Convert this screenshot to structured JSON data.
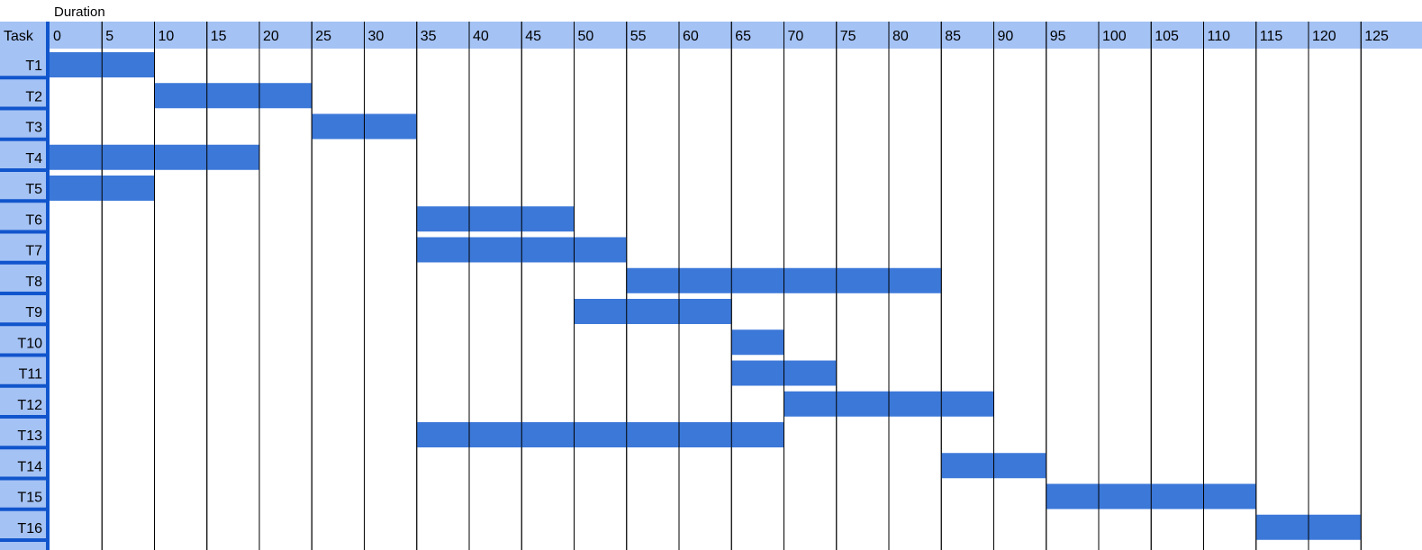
{
  "chart_data": {
    "type": "gantt",
    "title": "Duration",
    "task_header": "Task",
    "x_ticks": [
      0,
      5,
      10,
      15,
      20,
      25,
      30,
      35,
      40,
      45,
      50,
      55,
      60,
      65,
      70,
      75,
      80,
      85,
      90,
      95,
      100,
      105,
      110,
      115,
      120,
      125
    ],
    "xlim": [
      0,
      125
    ],
    "grid": true,
    "tasks": [
      {
        "name": "T1",
        "start": 0,
        "end": 10
      },
      {
        "name": "T2",
        "start": 10,
        "end": 25
      },
      {
        "name": "T3",
        "start": 25,
        "end": 35
      },
      {
        "name": "T4",
        "start": 0,
        "end": 20
      },
      {
        "name": "T5",
        "start": 0,
        "end": 10
      },
      {
        "name": "T6",
        "start": 35,
        "end": 50
      },
      {
        "name": "T7",
        "start": 35,
        "end": 55
      },
      {
        "name": "T8",
        "start": 55,
        "end": 85
      },
      {
        "name": "T9",
        "start": 50,
        "end": 65
      },
      {
        "name": "T10",
        "start": 65,
        "end": 70
      },
      {
        "name": "T11",
        "start": 65,
        "end": 75
      },
      {
        "name": "T12",
        "start": 70,
        "end": 90
      },
      {
        "name": "T13",
        "start": 35,
        "end": 70
      },
      {
        "name": "T14",
        "start": 85,
        "end": 95
      },
      {
        "name": "T15",
        "start": 95,
        "end": 115
      },
      {
        "name": "T16",
        "start": 115,
        "end": 125
      }
    ],
    "colors": {
      "bar": "#3c78d8",
      "header": "#a4c2f4",
      "accent": "#1155cc",
      "grid": "#000000"
    }
  }
}
